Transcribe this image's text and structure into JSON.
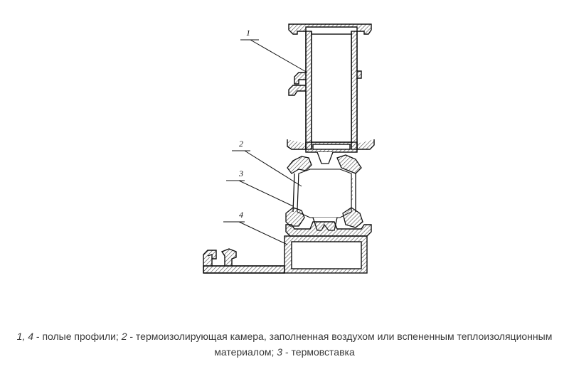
{
  "diagram": {
    "callouts": [
      {
        "id": "1",
        "label": "1"
      },
      {
        "id": "2",
        "label": "2"
      },
      {
        "id": "3",
        "label": "3"
      },
      {
        "id": "4",
        "label": "4"
      }
    ],
    "line_color": "#111111",
    "hatch_color": "#444444"
  },
  "caption": {
    "part1_num": "1, 4",
    "part1_text": " - полые профили; ",
    "part2_num": "2",
    "part2_text": " - термоизолирующая камера, заполненная воздухом или вспененным теплоизоляционным материалом; ",
    "part3_num": "3",
    "part3_text": " - термовставка"
  }
}
